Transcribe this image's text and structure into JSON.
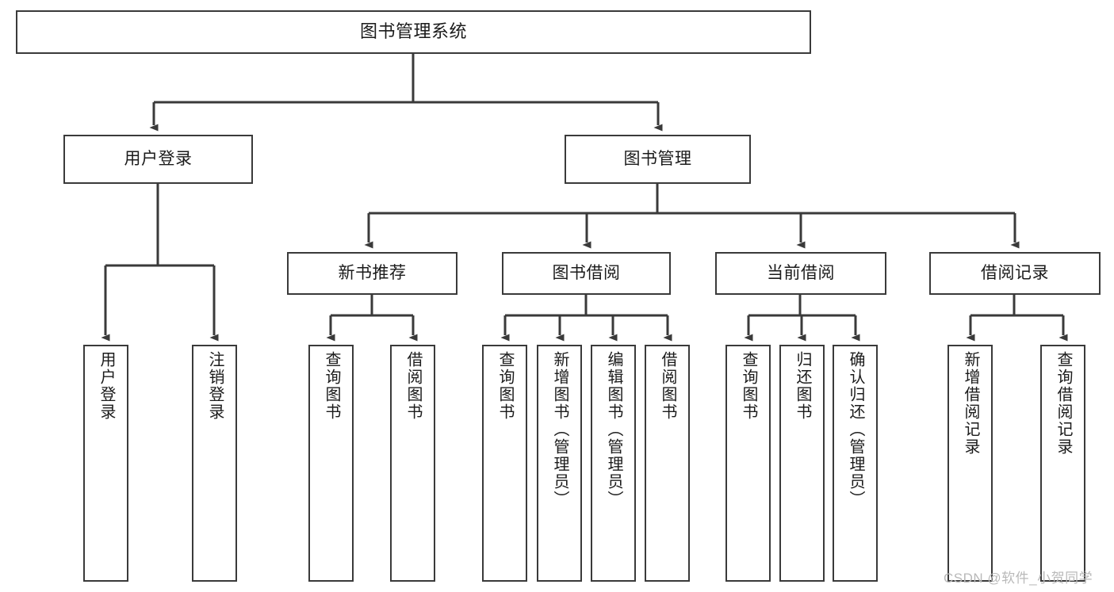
{
  "diagram": {
    "type": "tree-hierarchy",
    "title": "图书管理系统",
    "watermark": "CSDN @软件_小贺同学",
    "colors": {
      "box_border": "#3a3a3a",
      "box_fill": "#ffffff",
      "edge": "#3a3a3a",
      "text": "#1b1b1b",
      "watermark": "#b9b9b9",
      "background": "#ffffff"
    },
    "nodes": {
      "root": {
        "label": "图书管理系统"
      },
      "level1": [
        {
          "id": "user-login",
          "label": "用户登录"
        },
        {
          "id": "book-manage",
          "label": "图书管理"
        }
      ],
      "level2": [
        {
          "id": "new-book-rec",
          "label": "新书推荐"
        },
        {
          "id": "book-borrow",
          "label": "图书借阅"
        },
        {
          "id": "current-borrow",
          "label": "当前借阅"
        },
        {
          "id": "borrow-record",
          "label": "借阅记录"
        }
      ],
      "leaves": {
        "user_login": [
          {
            "id": "leaf-user-login",
            "label": "用户登录"
          },
          {
            "id": "leaf-logout",
            "label": "注销登录"
          }
        ],
        "new_book_rec": [
          {
            "id": "leaf-query-book-1",
            "label": "查询图书"
          },
          {
            "id": "leaf-borrow-book-1",
            "label": "借阅图书"
          }
        ],
        "book_borrow": [
          {
            "id": "leaf-query-book-2",
            "label": "查询图书"
          },
          {
            "id": "leaf-add-book",
            "label": "新增图书（管理员）"
          },
          {
            "id": "leaf-edit-book",
            "label": "编辑图书（管理员）"
          },
          {
            "id": "leaf-borrow-book-2",
            "label": "借阅图书"
          }
        ],
        "current_borrow": [
          {
            "id": "leaf-query-book-3",
            "label": "查询图书"
          },
          {
            "id": "leaf-return-book",
            "label": "归还图书"
          },
          {
            "id": "leaf-confirm-return",
            "label": "确认归还（管理员）"
          }
        ],
        "borrow_record": [
          {
            "id": "leaf-add-record",
            "label": "新增借阅记录"
          },
          {
            "id": "leaf-query-record",
            "label": "查询借阅记录"
          }
        ]
      }
    }
  }
}
